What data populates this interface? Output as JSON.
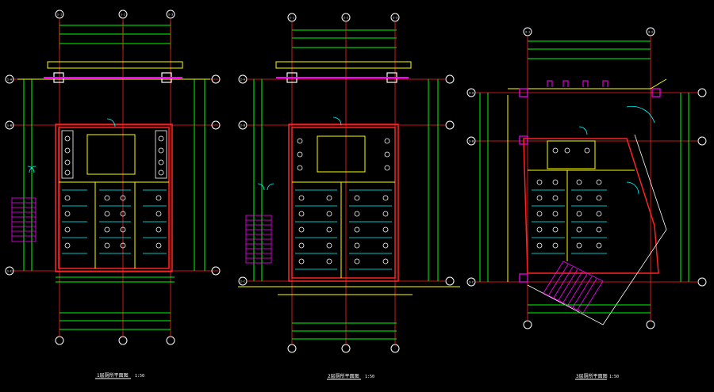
{
  "colors": {
    "background": "#000000",
    "axis": "#ffffff",
    "dimension": "#00ff00",
    "wall": "#ff2222",
    "column": "#ff00ff",
    "fixture": "#ffffff",
    "partition": "#00ffff",
    "grid": "#ffff00",
    "stair": "#ff00ff"
  },
  "plans": [
    {
      "title": "1层厕所平面图",
      "scale": "1:50",
      "axes_top": [
        "1-1",
        "1-2",
        "1-3"
      ],
      "axes_side": [
        "1-A",
        "1-B",
        "1-C"
      ]
    },
    {
      "title": "2层厕所平面图",
      "scale": "1:50",
      "axes_top": [
        "2-1",
        "2-2",
        "2-3"
      ],
      "axes_side": [
        "2-A",
        "2-B",
        "2-C"
      ]
    },
    {
      "title": "3层厕所平面图",
      "scale": "1:50",
      "axes_top": [
        "3-1",
        "3-2"
      ],
      "axes_side": [
        "3-A",
        "3-B",
        "3-C"
      ]
    }
  ]
}
